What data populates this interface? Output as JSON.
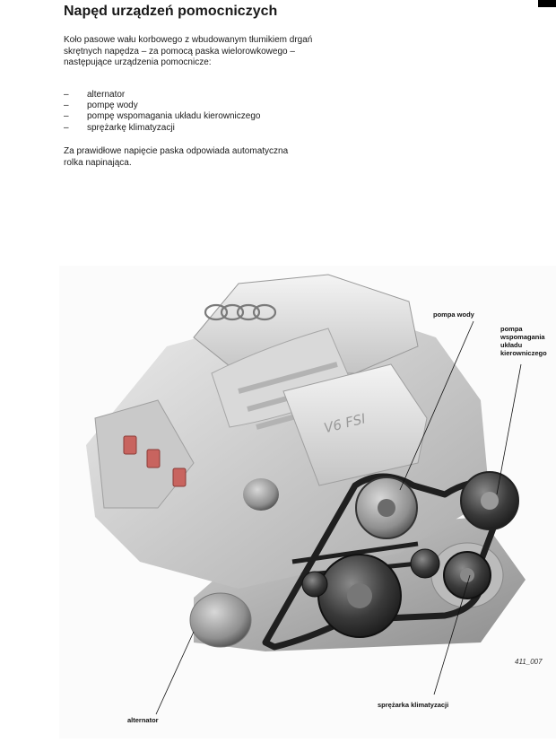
{
  "page": {
    "title": "Napęd urządzeń pomocniczych",
    "intro": "Koło pasowe wału korbowego z wbudowanym tłumikiem drgań skrętnych napędza – za pomocą paska wielorowkowego – następujące urządzenia pomocnicze:",
    "list": [
      {
        "dash": "–",
        "text": "alternator"
      },
      {
        "dash": "–",
        "text": "pompę wody"
      },
      {
        "dash": "–",
        "text": "pompę wspomagania układu kierowniczego"
      },
      {
        "dash": "–",
        "text": "sprężarkę klimatyzacji"
      }
    ],
    "outro": "Za prawidłowe napięcie paska odpowiada automatyczna rolka napinająca."
  },
  "figure": {
    "engine_marking": "V6 FSI",
    "figure_code": "411_007",
    "labels": {
      "pompa_wody": "pompa wody",
      "pompa_wspomagania": [
        "pompa",
        "wspomagania",
        "układu",
        "kierowniczego"
      ],
      "sprezarka": "sprężarka klimatyzacji",
      "alternator": "alternator"
    }
  },
  "colors": {
    "coil_pack": "#c8645f",
    "engine_body": "#d4d4d4",
    "belt": "#1f1f1f",
    "pulley": "#2b2b2b"
  }
}
